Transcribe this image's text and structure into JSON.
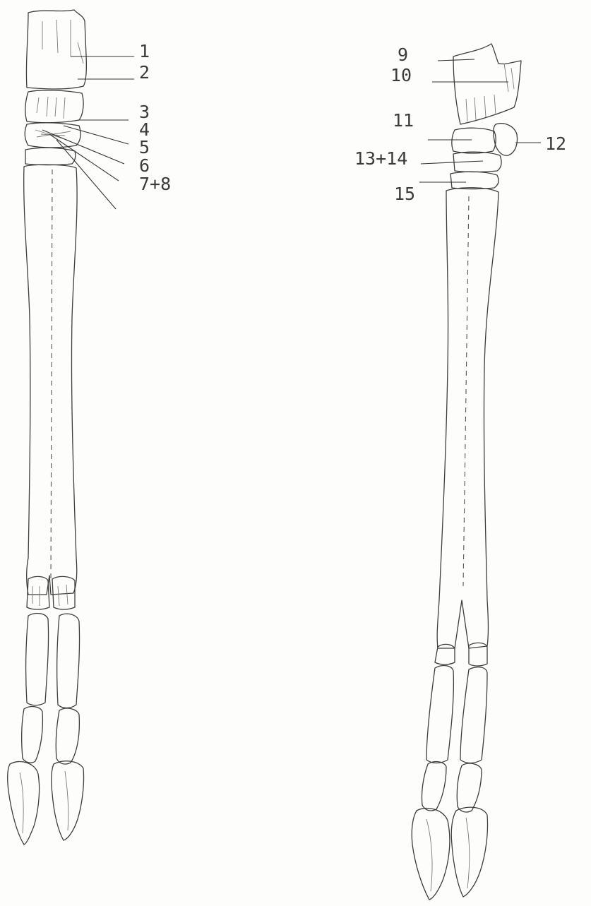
{
  "labels": {
    "l1": "1",
    "l2": "2",
    "l3": "3",
    "l4": "4",
    "l5": "5",
    "l6": "6",
    "l7": "7+8",
    "l9": "9",
    "l10": "10",
    "l11": "11",
    "l12": "12",
    "l13": "13+14",
    "l15": "15"
  }
}
